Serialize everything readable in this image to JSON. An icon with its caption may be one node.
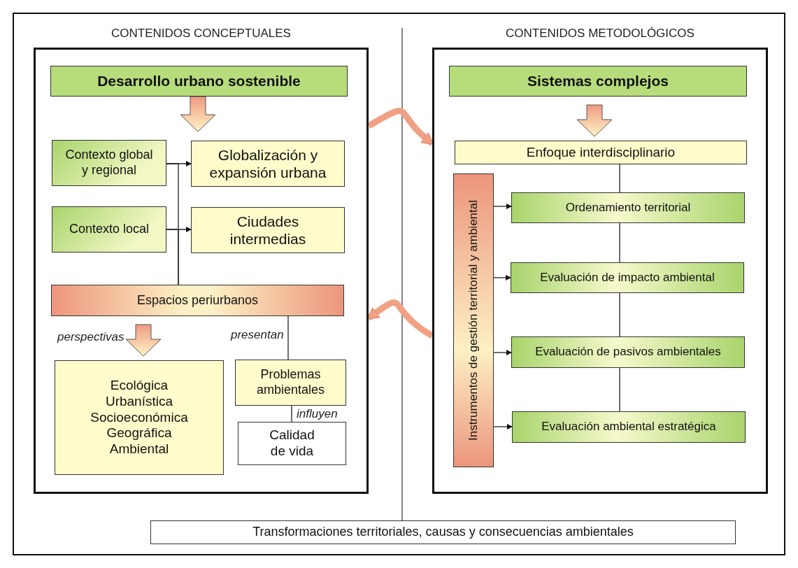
{
  "diagram": {
    "nodes": [
      {
        "text": [
          "CONTENIDOS CONCEPTUALES"
        ]
      },
      {
        "text": [
          "Desarrollo urbano sostenible"
        ],
        "in": 0
      },
      {
        "text": [
          "Contexto global y regional"
        ],
        "in": 0
      },
      {
        "text": [
          "Globalización y expansión urbana"
        ],
        "in": 0
      },
      {
        "text": [
          "Contexto local"
        ],
        "in": 0
      },
      {
        "text": [
          "Ciudades intermedias"
        ],
        "in": 0
      },
      {
        "text": [
          "Espacios periurbanos"
        ],
        "in": 0
      },
      {
        "text": [
          "Ecológica",
          "Urbanística",
          "Socioeconómica",
          "Geográfica",
          "Ambiental"
        ],
        "in": 0
      },
      {
        "text": [
          "Problemas ambientales"
        ],
        "in": 0
      },
      {
        "text": [
          "Calidad de vida"
        ],
        "in": 0
      },
      {
        "text": [
          "CONTENIDOS METODOLÓGICOS"
        ]
      },
      {
        "text": [
          "Sistemas complejos"
        ],
        "in": 10
      },
      {
        "text": [
          "Enfoque interdisciplinario"
        ],
        "in": 10
      },
      {
        "text": [
          "Instrumentos de gestión territorial y ambiental"
        ],
        "in": 10
      },
      {
        "text": [
          "Ordenamiento territorial"
        ],
        "in": 10
      },
      {
        "text": [
          "Evaluación de impacto ambiental"
        ],
        "in": 10
      },
      {
        "text": [
          "Evaluación de pasivos ambientales"
        ],
        "in": 10
      },
      {
        "text": [
          "Evaluación ambiental estratégica"
        ],
        "in": 10
      },
      {
        "text": [
          "Transformaciones territoriales, causas y consecuencias ambientales"
        ]
      }
    ],
    "edges": [
      {
        "from": 1,
        "to": null,
        "arrow": "to",
        "style": "thick"
      },
      {
        "from": 2,
        "to": 3,
        "arrow": "to"
      },
      {
        "from": 4,
        "to": 5,
        "arrow": "to"
      },
      {
        "from": 2,
        "to": 6,
        "arrow": "none"
      },
      {
        "from": 4,
        "to": 6,
        "arrow": "none"
      },
      {
        "from": 6,
        "to": 7,
        "arrow": "to",
        "label": "perspectivas",
        "style": "thick"
      },
      {
        "from": 6,
        "to": 8,
        "arrow": "none",
        "label": "presentan"
      },
      {
        "from": 8,
        "to": 9,
        "arrow": "none",
        "label": "influyen"
      },
      {
        "from": 11,
        "to": 12,
        "arrow": "to",
        "style": "thick"
      },
      {
        "from": 12,
        "to": 14,
        "arrow": "none"
      },
      {
        "from": 14,
        "to": 15,
        "arrow": "none"
      },
      {
        "from": 15,
        "to": 16,
        "arrow": "none"
      },
      {
        "from": 16,
        "to": 17,
        "arrow": "none"
      },
      {
        "from": 13,
        "to": 14,
        "arrow": "to"
      },
      {
        "from": 13,
        "to": 15,
        "arrow": "to"
      },
      {
        "from": 13,
        "to": 16,
        "arrow": "to"
      },
      {
        "from": 13,
        "to": 17,
        "arrow": "to"
      },
      {
        "from": 0,
        "to": 10,
        "arrow": "to",
        "style": "thick",
        "color": "#f0a184"
      },
      {
        "from": 10,
        "to": 0,
        "arrow": "to",
        "style": "thick",
        "color": "#f0a184"
      }
    ]
  }
}
